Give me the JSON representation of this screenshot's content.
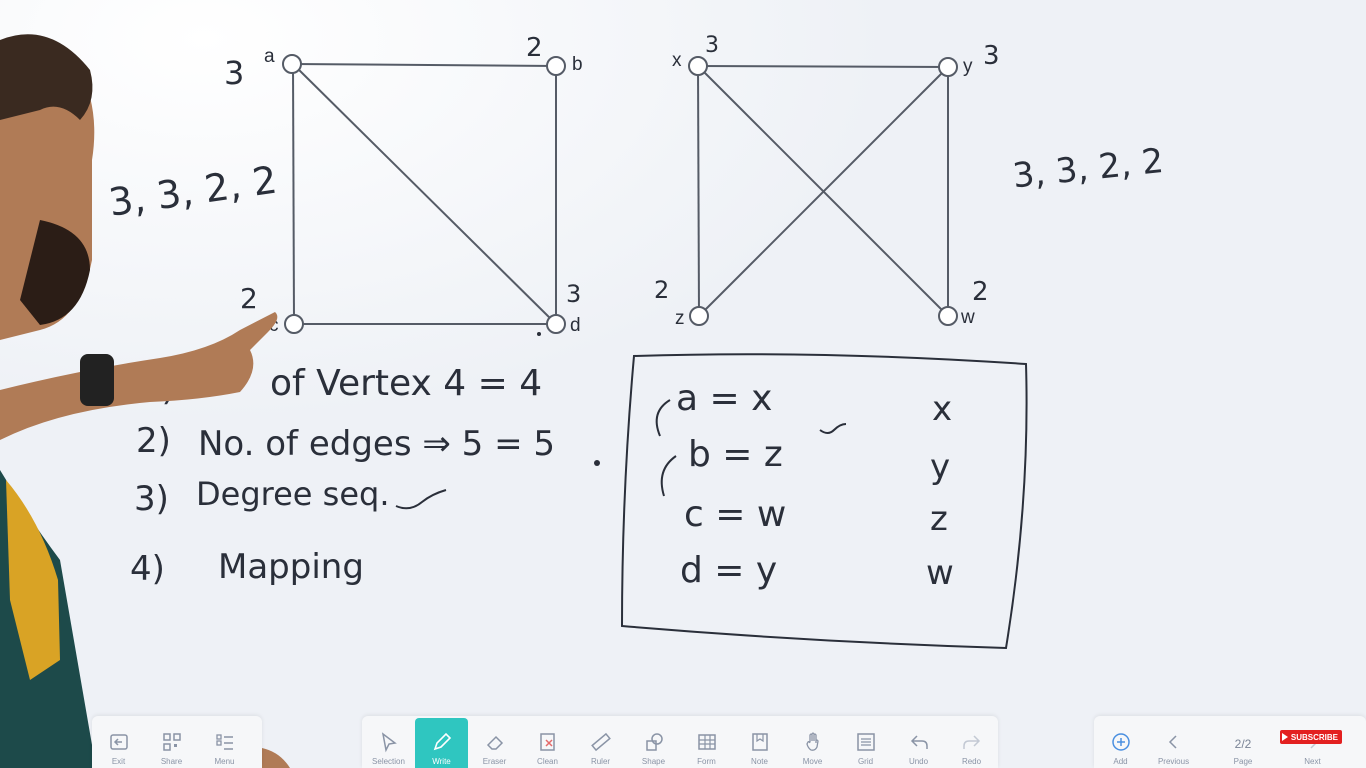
{
  "graph1": {
    "vertices": {
      "a": "a",
      "b": "b",
      "c": "c",
      "d": "d"
    },
    "degrees": {
      "a": "3",
      "b": "2",
      "c": "2",
      "d": "3"
    },
    "degree_seq": "3, 3, 2, 2"
  },
  "graph2": {
    "vertices": {
      "x": "x",
      "y": "y",
      "z": "z",
      "w": "w"
    },
    "degrees": {
      "x": "3",
      "y": "3",
      "z": "2",
      "w": "2"
    },
    "degree_seq": "3, 3, 2, 2"
  },
  "checklist": [
    {
      "num": "1)",
      "text": "of Vertex  4 = 4"
    },
    {
      "num": "2)",
      "text": "No. of edges ⇒ 5 = 5"
    },
    {
      "num": "3)",
      "text": "Degree seq."
    },
    {
      "num": "4)",
      "text": "Mapping"
    }
  ],
  "mapping": {
    "rows": [
      "a = x",
      "b = z",
      "c = w",
      "d = y"
    ],
    "column": [
      "x",
      "y",
      "z",
      "w"
    ]
  },
  "toolbar": {
    "left": [
      "Exit",
      "Share",
      "Menu"
    ],
    "center": [
      "Selection",
      "Write",
      "Eraser",
      "Clean",
      "Ruler",
      "Shape",
      "Form",
      "Note",
      "Move",
      "Grid",
      "Undo",
      "Redo"
    ],
    "right": [
      "Add",
      "Previous",
      "Page",
      "Next"
    ],
    "page_indicator": "2/2"
  },
  "subscribe_label": "SUBSCRIBE",
  "colors": {
    "accent": "#2fc6c0",
    "ink": "#2a2f3a",
    "subscribe": "#e32020"
  }
}
